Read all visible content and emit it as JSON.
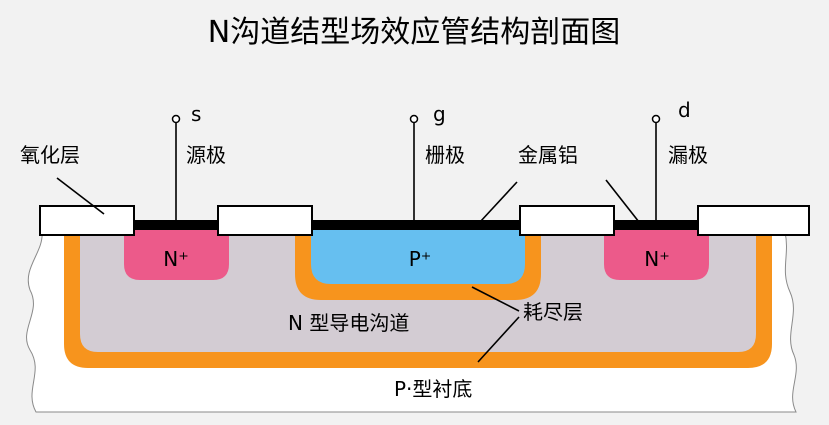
{
  "title": "N沟道结型场效应管结构剖面图",
  "terminals": {
    "source": {
      "symbol": "s",
      "name": "源极"
    },
    "gate": {
      "symbol": "g",
      "name": "栅极"
    },
    "drain": {
      "symbol": "d",
      "name": "漏极"
    }
  },
  "labels": {
    "oxide": "氧化层",
    "metal": "金属铝",
    "depletion": "耗尽层",
    "channel": "N 型导电沟道",
    "substrate": "P·型衬底"
  },
  "regions": {
    "n_plus_left": "N⁺",
    "p_plus": "P⁺",
    "n_plus_right": "N⁺"
  },
  "colors": {
    "background": "#f2f2f2",
    "substrate": "#ffffff",
    "depletion": "#f7941d",
    "channel": "#d3ccd3",
    "n_plus": "#ec5a8a",
    "p_plus": "#66bff0",
    "metal": "#000000",
    "oxide": "#ffffff"
  }
}
